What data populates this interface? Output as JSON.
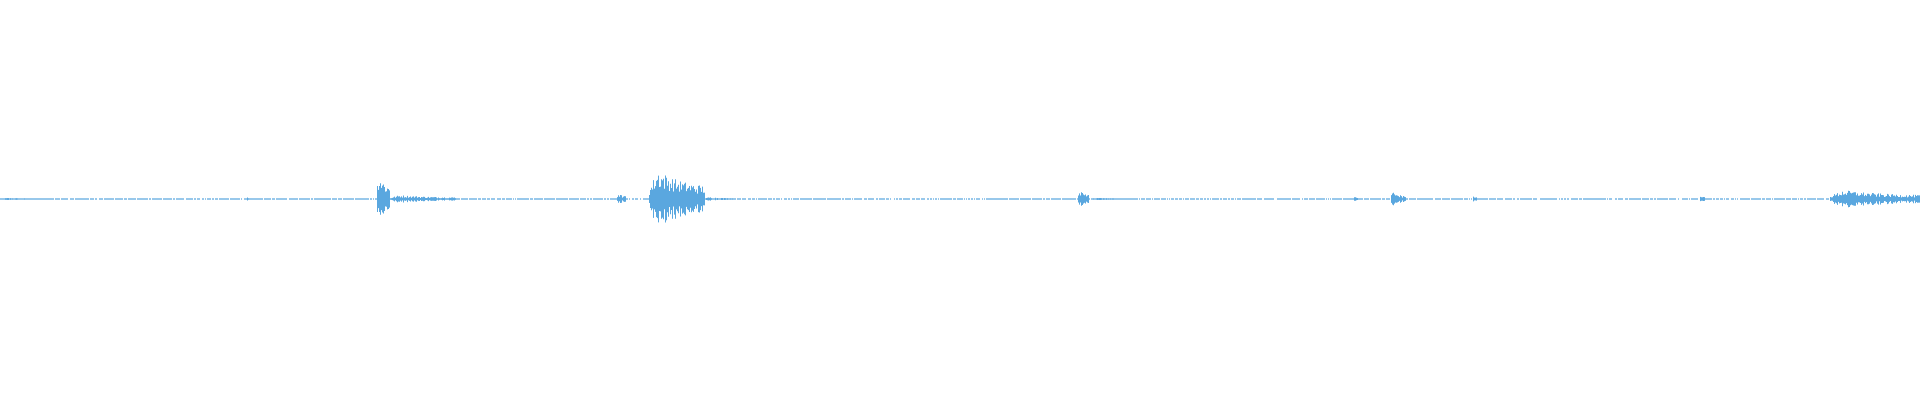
{
  "waveform": {
    "color": "#5aa7df",
    "background": "#ffffff",
    "duration_fraction_bursts": [
      {
        "start": 0.0,
        "end": 0.023,
        "amplitude": 0.006
      },
      {
        "start": 0.128,
        "end": 0.13,
        "amplitude": 0.01
      },
      {
        "start": 0.196,
        "end": 0.203,
        "amplitude": 0.14
      },
      {
        "start": 0.203,
        "end": 0.237,
        "amplitude": 0.02
      },
      {
        "start": 0.321,
        "end": 0.326,
        "amplitude": 0.03
      },
      {
        "start": 0.338,
        "end": 0.367,
        "amplitude": 0.15
      },
      {
        "start": 0.367,
        "end": 0.382,
        "amplitude": 0.01
      },
      {
        "start": 0.561,
        "end": 0.567,
        "amplitude": 0.055
      },
      {
        "start": 0.567,
        "end": 0.596,
        "amplitude": 0.006
      },
      {
        "start": 0.705,
        "end": 0.707,
        "amplitude": 0.012
      },
      {
        "start": 0.724,
        "end": 0.732,
        "amplitude": 0.035
      },
      {
        "start": 0.767,
        "end": 0.769,
        "amplitude": 0.02
      },
      {
        "start": 0.885,
        "end": 0.888,
        "amplitude": 0.02
      },
      {
        "start": 0.953,
        "end": 1.0,
        "amplitude": 0.045
      }
    ],
    "baseline_noise_amplitude": 0.003
  }
}
